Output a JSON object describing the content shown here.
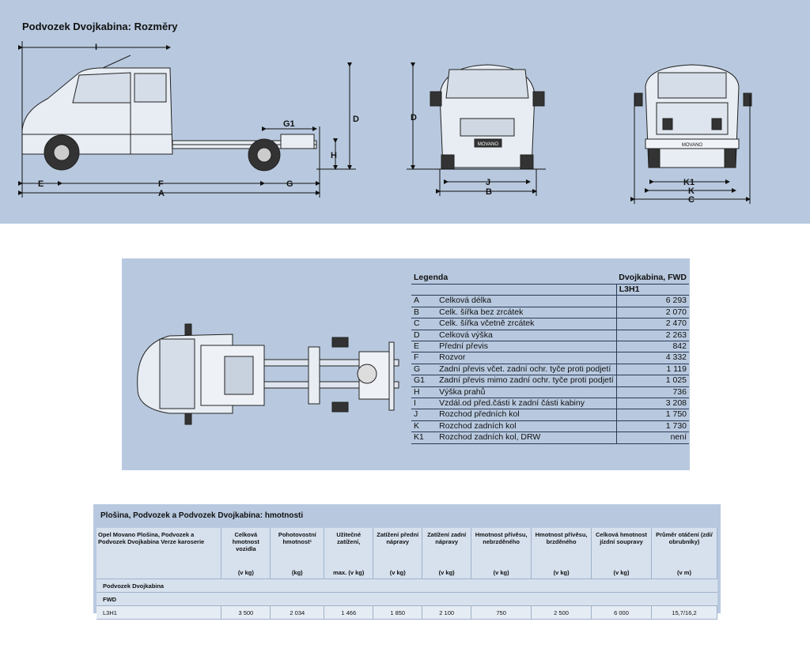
{
  "top": {
    "title": "Podvozek Dvojkabina: Rozměry",
    "labels": {
      "I": "I",
      "G1": "G1",
      "D": "D",
      "H": "H",
      "E": "E",
      "F": "F",
      "G": "G",
      "A": "A",
      "D2": "D",
      "J": "J",
      "B": "B",
      "K1": "K1",
      "K": "K",
      "C": "C"
    },
    "badge_front": "MOVANO",
    "badge_rear": "MOVANO"
  },
  "legend": {
    "header_left": "Legenda",
    "header_right": "Dvojkabina, FWD",
    "sub": "L3H1",
    "rows": [
      {
        "code": "A",
        "label": "Celková délka",
        "value": "6 293"
      },
      {
        "code": "B",
        "label": "Celk. šířka bez zrcátek",
        "value": "2 070"
      },
      {
        "code": "C",
        "label": "Celk. šířka včetně zrcátek",
        "value": "2 470"
      },
      {
        "code": "D",
        "label": "Celková výška",
        "value": "2 263"
      },
      {
        "code": "E",
        "label": "Přední převis",
        "value": "842"
      },
      {
        "code": "F",
        "label": "Rozvor",
        "value": "4 332"
      },
      {
        "code": "G",
        "label": "Zadní převis včet. zadní ochr. tyče proti podjetí",
        "value": "1 119"
      },
      {
        "code": "G1",
        "label": "Zadní převis mimo zadní ochr. tyče proti podjetí",
        "value": "1 025"
      },
      {
        "code": "H",
        "label": "Výška prahů",
        "value": "736"
      },
      {
        "code": "I",
        "label": "Vzdál.od před.části k zadní části kabiny",
        "value": "3 208"
      },
      {
        "code": "J",
        "label": "Rozchod předních kol",
        "value": "1 750"
      },
      {
        "code": "K",
        "label": "Rozchod zadních kol",
        "value": "1 730"
      },
      {
        "code": "K1",
        "label": "Rozchod zadních kol, DRW",
        "value": "není"
      }
    ]
  },
  "weights": {
    "title": "Plošina, Podvozek a Podvozek Dvojkabina: hmotnosti",
    "columns": [
      {
        "head": "Opel Movano Plošina, Podvozek a Podvozek Dvojkabina Verze karoserie",
        "unit": ""
      },
      {
        "head": "Celková hmotnost vozidla",
        "unit": "(v kg)"
      },
      {
        "head": "Pohotovostní hmotnost¹",
        "unit": "(kg)"
      },
      {
        "head": "Užitečné zatížení,",
        "unit": "max. (v kg)"
      },
      {
        "head": "Zatížení přední nápravy",
        "unit": "(v kg)"
      },
      {
        "head": "Zatížení zadní nápravy",
        "unit": "(v kg)"
      },
      {
        "head": "Hmotnost přívěsu, nebrzděného",
        "unit": "(v kg)"
      },
      {
        "head": "Hmotnost přívěsu, brzděného",
        "unit": "(v kg)"
      },
      {
        "head": "Celková hmotnost jízdní soupravy",
        "unit": "(v kg)"
      },
      {
        "head": "Průměr otáčení (zdi/ obrubníky)",
        "unit": "(v m)"
      }
    ],
    "section": "Podvozek Dvojkabina",
    "subsection": "FWD",
    "row": [
      "L3H1",
      "3 500",
      "2 034",
      "1 466",
      "1 850",
      "2 100",
      "750",
      "2 500",
      "6 000",
      "15,7/16,2"
    ]
  }
}
